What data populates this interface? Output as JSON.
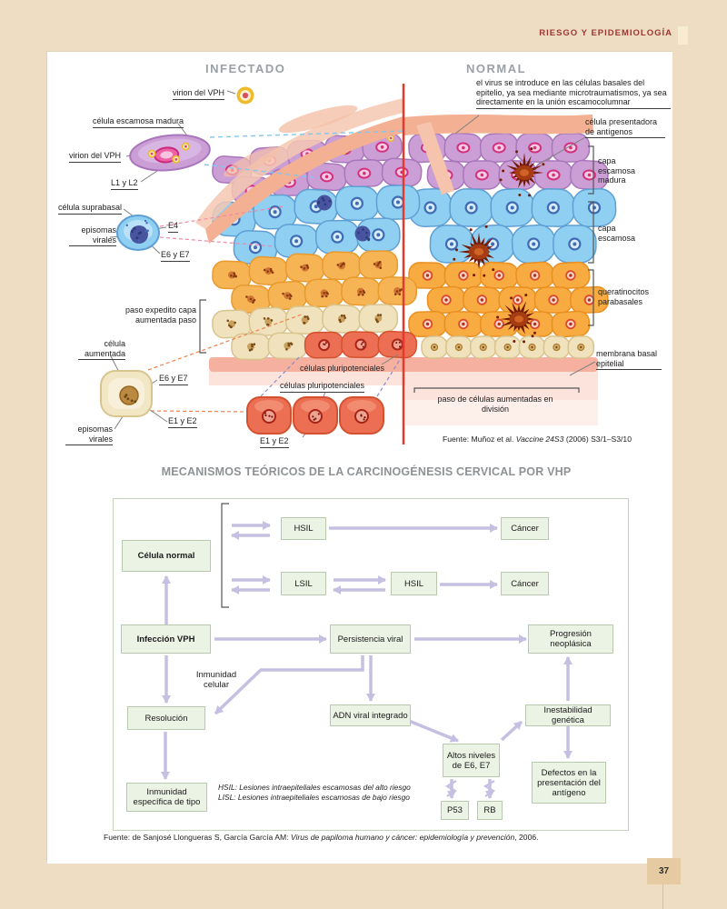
{
  "header": {
    "title": "RIESGO Y EPIDEMIOLOGÍA",
    "page_number": "37"
  },
  "illustration": {
    "title_infected": "INFECTADO",
    "title_normal": "NORMAL",
    "labels": {
      "virion_top": "virion del VPH",
      "celula_escamosa_madura": "célula escamosa madura",
      "virion_left": "virion del VPH",
      "l1_l2": "L1 y L2",
      "celula_suprabasal": "célula suprabasal",
      "e4": "E4",
      "episomas_virales_1": "episomas virales",
      "e6_e7_1": "E6 y E7",
      "paso_expedito": "paso expedito capa aumentada paso",
      "celula_aumentada": "célula aumentada",
      "e6_e7_2": "E6 y E7",
      "e1_e2_1": "E1 y E2",
      "episomas_virales_2": "episomas virales",
      "celulas_pluripotenciales_1": "células pluripotenciales",
      "celulas_pluripotenciales_2": "células pluripotenciales",
      "e1_e2_2": "E1 y E2",
      "entry_note": "el virus se introduce en las células basales del epitelio, ya sea mediante microtraumatismos, ya sea directamente en la unión escamocolumnar",
      "celula_presentadora": "célula presentadora de antígenos",
      "capa_escamosa_madura": "capa escamosa madura",
      "capa_escamosa": "capa escamosa",
      "queratinocitos_parabasales": "queratinocitos parabasales",
      "membrana_basal": "membrana basal epitelial",
      "paso_celulas": "paso de células aumentadas en división"
    },
    "source": {
      "prefix": "Fuente: Muñoz et al. ",
      "italic": "Vaccine 24S3",
      "suffix": " (2006) S3/1–S3/10"
    }
  },
  "diagram": {
    "title": "MECANISMOS TEÓRICOS DE LA CARCINOGÉNESIS CERVICAL POR VHP",
    "boxes": {
      "celula_normal": "Célula normal",
      "hsil_1": "HSIL",
      "cancer_1": "Cáncer",
      "lsil": "LSIL",
      "hsil_2": "HSIL",
      "cancer_2": "Cáncer",
      "infeccion_vph": "Infección VPH",
      "persistencia_viral": "Persistencia viral",
      "progresion_neoplasica": "Progresión neoplásica",
      "resolucion": "Resolución",
      "adn_viral": "ADN viral integrado",
      "inestabilidad_genetica": "Inestabilidad genética",
      "altos_niveles": "Altos niveles de E6, E7",
      "p53": "P53",
      "rb": "RB",
      "defectos": "Defectos en la presentación del antígeno",
      "inmunidad_especifica": "Inmunidad específica de tipo"
    },
    "labels": {
      "inmunidad_celular": "Inmunidad celular"
    },
    "legend": [
      "HSIL: Lesiones intraepiteliales escamosas del alto riesgo",
      "LISL: Lesiones intraepiteliales escamosas de bajo riesgo"
    ]
  },
  "footer": {
    "prefix": "Fuente: de Sanjosé Llongueras S, García García AM: ",
    "italic": "Virus de papiloma humano y cáncer: epidemiología y prevención",
    "suffix": ", 2006."
  },
  "colors": {
    "accent_red": "#e23b2e",
    "arrow": "#c5c0e2",
    "box_fill": "#ebf3e5",
    "box_border": "#b9c9ae",
    "header_red": "#9b3732"
  }
}
